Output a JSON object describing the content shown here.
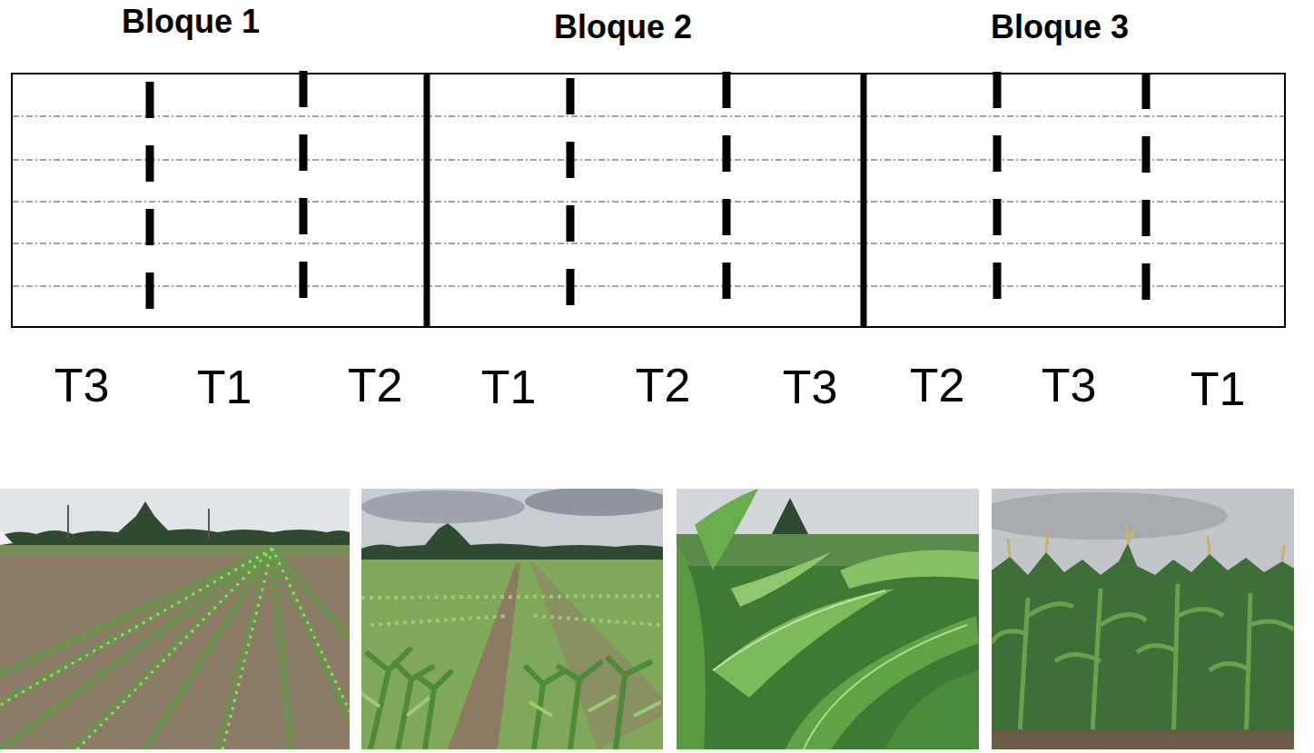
{
  "diagram": {
    "nodes": [
      {
        "text": [
          "Bloque 1"
        ]
      },
      {
        "text": [
          "Bloque 2"
        ]
      },
      {
        "text": [
          "Bloque 3"
        ]
      }
    ],
    "labels": [
      "T3",
      "T1",
      "T2",
      "T1",
      "T2",
      "T3",
      "T2",
      "T3",
      "T1"
    ]
  }
}
